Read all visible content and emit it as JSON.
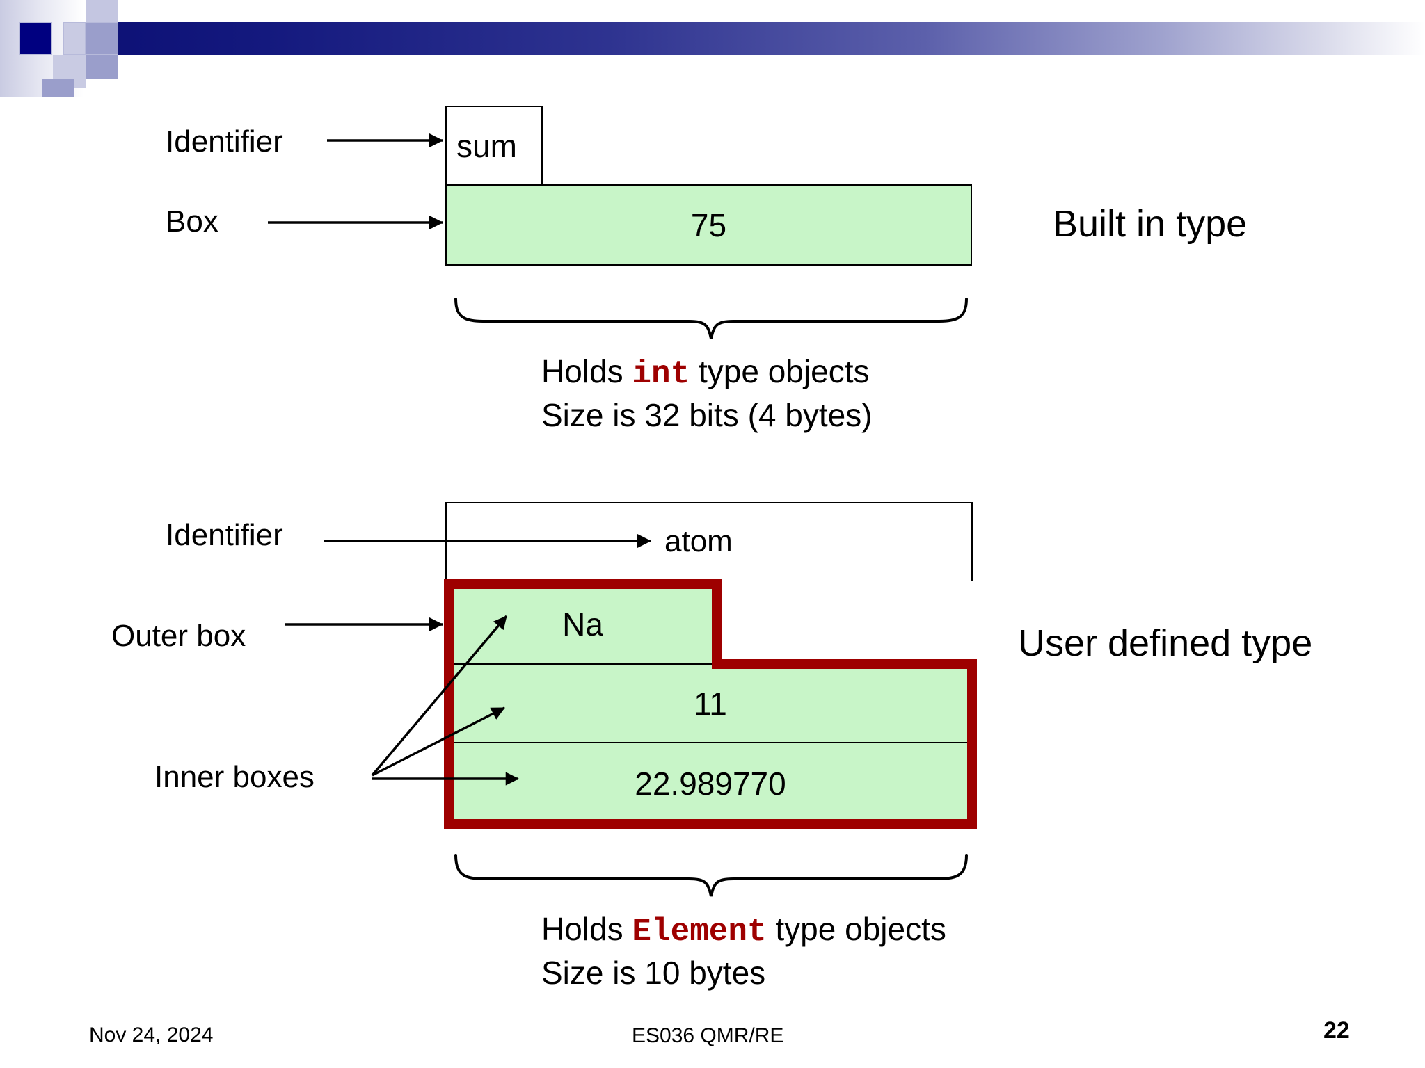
{
  "slide": {
    "title_right_top": "Built in type",
    "title_right_bottom": "User defined type"
  },
  "builtin": {
    "identifier_label": "Identifier",
    "box_label": "Box",
    "identifier_value": "sum",
    "box_value": "75",
    "caption_line1_prefix": "Holds ",
    "caption_line1_code": "int",
    "caption_line1_suffix": " type objects",
    "caption_line2": "Size is 32 bits (4 bytes)"
  },
  "userdefined": {
    "identifier_label": "Identifier",
    "outer_box_label": "Outer box",
    "inner_boxes_label": "Inner boxes",
    "identifier_value": "atom",
    "inner_values": [
      "Na",
      "11",
      "22.989770"
    ],
    "caption_line1_prefix": "Holds ",
    "caption_line1_code": "Element",
    "caption_line1_suffix": " type objects",
    "caption_line2": "Size is 10 bytes"
  },
  "footer": {
    "date": "Nov 24, 2024",
    "course": "ES036 QMR/RE",
    "page_number": "22"
  },
  "colors": {
    "box_fill": "#c8f5c8",
    "outer_border": "#9e0000",
    "code_red": "#9e0000",
    "header_blue": "#0d1176"
  }
}
